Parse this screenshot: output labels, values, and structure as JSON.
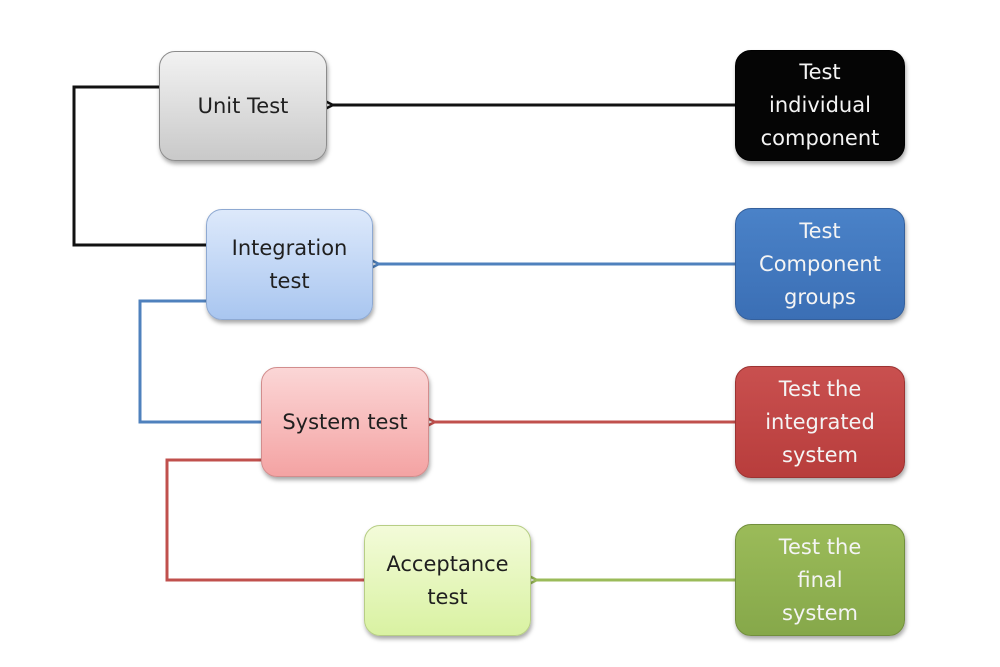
{
  "diagram": {
    "stages": [
      {
        "id": "unit",
        "label": "Unit Test",
        "color": "#d9d9d9"
      },
      {
        "id": "integ",
        "label": "Integration\ntest",
        "color": "#c6d9f1"
      },
      {
        "id": "sys",
        "label": "System test",
        "color": "#f7b9b9"
      },
      {
        "id": "acc",
        "label": "Acceptance\ntest",
        "color": "#e6f5bf"
      }
    ],
    "descriptions": [
      {
        "target": "unit",
        "label": "Test\nindividual\ncomponent",
        "color": "#000000"
      },
      {
        "target": "integ",
        "label": "Test\nComponent\ngroups",
        "color": "#4078c0"
      },
      {
        "target": "sys",
        "label": "Test the\nintegrated\nsystem",
        "color": "#c0504d"
      },
      {
        "target": "acc",
        "label": "Test the\nfinal\nsystem",
        "color": "#9bbb59"
      }
    ],
    "arrow_colors": [
      "#111111",
      "#4f81bd",
      "#c0504d",
      "#9bbb59"
    ],
    "connector_colors": [
      "#111111",
      "#4f81bd",
      "#c0504d"
    ]
  }
}
